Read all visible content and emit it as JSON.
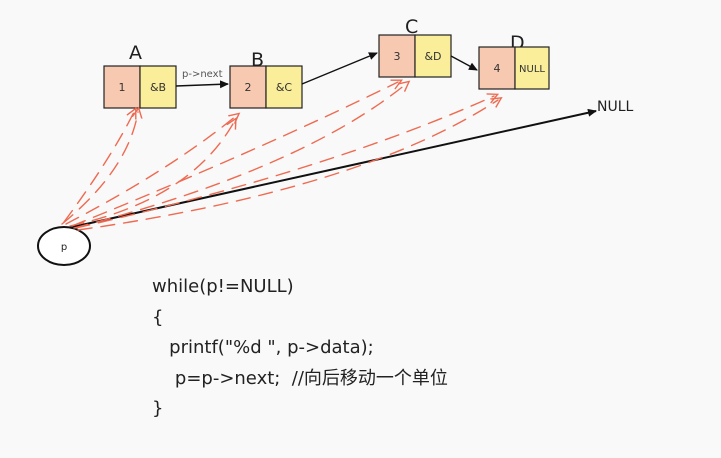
{
  "nodes": [
    {
      "label": "A",
      "data": "1",
      "next": "&B"
    },
    {
      "label": "B",
      "data": "2",
      "next": "&C"
    },
    {
      "label": "C",
      "data": "3",
      "next": "&D"
    },
    {
      "label": "D",
      "data": "4",
      "next": "NULL"
    }
  ],
  "edge_label_ab": "p->next",
  "null_label": "NULL",
  "pointer_label": "p",
  "code_lines": [
    "while(p!=NULL)",
    "{",
    "   printf(\"%d \", p->data);",
    "    p=p->next;  //向后移动一个单位",
    "}"
  ],
  "colors": {
    "data_cell": "#f7c9b0",
    "next_cell": "#fbee9a",
    "cell_border": "#222222",
    "dashed_arrow": "#ee6b52",
    "solid_arrow": "#111111"
  }
}
